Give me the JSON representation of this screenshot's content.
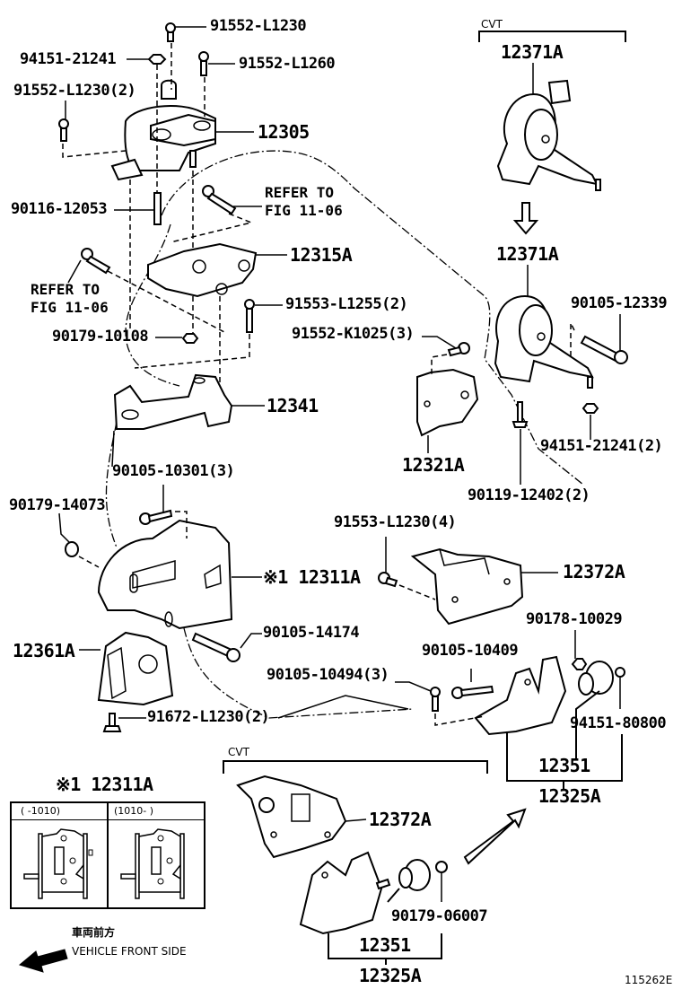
{
  "diagram": {
    "figure_id": "115262E",
    "groups": {
      "cvt_top": "CVT",
      "cvt_bottom": "CVT"
    },
    "labels": {
      "p91552_L1230": "91552-L1230",
      "p94151_21241": "94151-21241",
      "p91552_L1260": "91552-L1260",
      "p91552_L1230_2": "91552-L1230(2)",
      "p12305": "12305",
      "p90116_12053": "90116-12053",
      "refer1": "REFER TO\nFIG 11-06",
      "p12315A": "12315A",
      "refer2": "REFER TO\nFIG 11-06",
      "p91553_L1255_2": "91553-L1255(2)",
      "p90179_10108": "90179-10108",
      "p12341": "12341",
      "p90105_10301_3": "90105-10301(3)",
      "p90179_14073": "90179-14073",
      "p12311A": "※1 12311A",
      "p90105_14174": "90105-14174",
      "p12361A": "12361A",
      "p91672_L1230_2": "91672-L1230(2)",
      "p12371A_top": "12371A",
      "p12371A_mid": "12371A",
      "p90105_12339": "90105-12339",
      "p91552_K1025_3": "91552-K1025(3)",
      "p12321A": "12321A",
      "p94151_21241_2": "94151-21241(2)",
      "p90119_12402_2": "90119-12402(2)",
      "p91553_L1230_4": "91553-L1230(4)",
      "p12372A_mid": "12372A",
      "p90178_10029": "90178-10029",
      "p90105_10409": "90105-10409",
      "p90105_10494_3": "90105-10494(3)",
      "p94151_80800": "94151-80800",
      "p12351_right": "12351",
      "p12325A_right": "12325A",
      "p12372A_bottom": "12372A",
      "p90179_06007": "90179-06007",
      "p12351_bottom": "12351",
      "p12325A_bottom": "12325A"
    },
    "inset": {
      "title": "※1 12311A",
      "columns": [
        "(      -1010)",
        "(1010-      )"
      ]
    },
    "direction": {
      "japanese": "車両前方",
      "english": "VEHICLE FRONT SIDE",
      "icon": "arrow-down-left-icon"
    }
  }
}
